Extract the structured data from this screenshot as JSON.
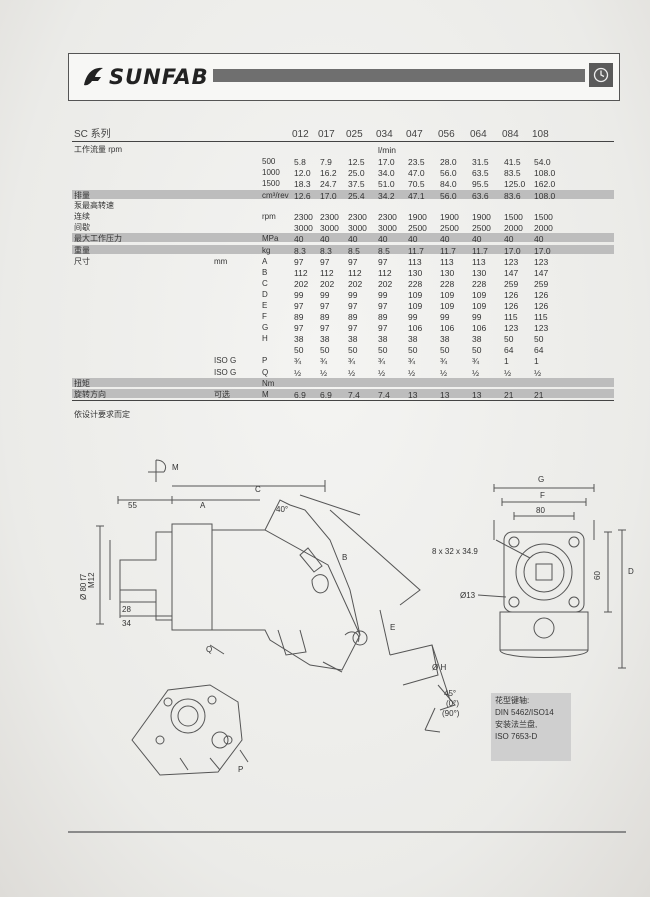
{
  "header": {
    "brand": "SUNFAB"
  },
  "table": {
    "series_label": "SC 系列",
    "columns": [
      "012",
      "017",
      "025",
      "034",
      "047",
      "056",
      "064",
      "084",
      "108"
    ],
    "rows": [
      {
        "label": "工作流量 rpm",
        "unit": "",
        "values": [
          "",
          "",
          "",
          "l/min",
          "",
          "",
          "",
          "",
          ""
        ]
      },
      {
        "label": "",
        "unit": "500",
        "values": [
          "5.8",
          "7.9",
          "12.5",
          "17.0",
          "23.5",
          "28.0",
          "31.5",
          "41.5",
          "54.0"
        ]
      },
      {
        "label": "",
        "unit": "1000",
        "values": [
          "12.0",
          "16.2",
          "25.0",
          "34.0",
          "47.0",
          "56.0",
          "63.5",
          "83.5",
          "108.0"
        ]
      },
      {
        "label": "",
        "unit": "1500",
        "values": [
          "18.3",
          "24.7",
          "37.5",
          "51.0",
          "70.5",
          "84.0",
          "95.5",
          "125.0",
          "162.0"
        ]
      },
      {
        "label": "排量",
        "unit": "cm³/rev",
        "values": [
          "12.6",
          "17.0",
          "25.4",
          "34.2",
          "47.1",
          "56.0",
          "63.6",
          "83.6",
          "108.0"
        ]
      },
      {
        "label": "泵最高转速",
        "unit": "",
        "values": [
          "",
          "",
          "",
          "",
          "",
          "",
          "",
          "",
          ""
        ]
      },
      {
        "label": "连续",
        "unit": "rpm",
        "values": [
          "2300",
          "2300",
          "2300",
          "2300",
          "1900",
          "1900",
          "1900",
          "1500",
          "1500"
        ]
      },
      {
        "label": "间歇",
        "unit": "",
        "values": [
          "3000",
          "3000",
          "3000",
          "3000",
          "2500",
          "2500",
          "2500",
          "2000",
          "2000"
        ]
      },
      {
        "label": "最大工作压力",
        "unit": "MPa",
        "values": [
          "40",
          "40",
          "40",
          "40",
          "40",
          "40",
          "40",
          "40",
          "40"
        ]
      },
      {
        "label": "重量",
        "unit": "kg",
        "values": [
          "8.3",
          "8.3",
          "8.5",
          "8.5",
          "11.7",
          "11.7",
          "11.7",
          "17.0",
          "17.0"
        ]
      },
      {
        "label": "尺寸",
        "sub": "mm",
        "unit": "A",
        "values": [
          "97",
          "97",
          "97",
          "97",
          "113",
          "113",
          "113",
          "123",
          "123"
        ]
      },
      {
        "label": "",
        "unit": "B",
        "values": [
          "112",
          "112",
          "112",
          "112",
          "130",
          "130",
          "130",
          "147",
          "147"
        ]
      },
      {
        "label": "",
        "unit": "C",
        "values": [
          "202",
          "202",
          "202",
          "202",
          "228",
          "228",
          "228",
          "259",
          "259"
        ]
      },
      {
        "label": "",
        "unit": "D",
        "values": [
          "99",
          "99",
          "99",
          "99",
          "109",
          "109",
          "109",
          "126",
          "126"
        ]
      },
      {
        "label": "",
        "unit": "E",
        "values": [
          "97",
          "97",
          "97",
          "97",
          "109",
          "109",
          "109",
          "126",
          "126"
        ]
      },
      {
        "label": "",
        "unit": "F",
        "values": [
          "89",
          "89",
          "89",
          "89",
          "99",
          "99",
          "99",
          "115",
          "115"
        ]
      },
      {
        "label": "",
        "unit": "G",
        "values": [
          "97",
          "97",
          "97",
          "97",
          "106",
          "106",
          "106",
          "123",
          "123"
        ]
      },
      {
        "label": "",
        "unit": "H",
        "values": [
          "38",
          "38",
          "38",
          "38",
          "38",
          "38",
          "38",
          "50",
          "50"
        ]
      },
      {
        "label": "",
        "unit": "",
        "values": [
          "50",
          "50",
          "50",
          "50",
          "50",
          "50",
          "50",
          "64",
          "64"
        ]
      },
      {
        "label": "",
        "sub": "ISO G",
        "unit": "P",
        "values": [
          "3/4",
          "3/4",
          "3/4",
          "3/4",
          "3/4",
          "3/4",
          "3/4",
          "1",
          "1"
        ]
      },
      {
        "label": "",
        "sub": "ISO G",
        "unit": "Q",
        "values": [
          "1/2",
          "1/2",
          "1/2",
          "1/2",
          "1/2",
          "1/2",
          "1/2",
          "1/2",
          "1/2"
        ]
      },
      {
        "label": "扭矩",
        "unit": "Nm",
        "values": [
          "",
          "",
          "",
          "",
          "",
          "",
          "",
          "",
          ""
        ]
      },
      {
        "label": "旋转方向",
        "sub": "可选",
        "unit": "M",
        "values": [
          "6.9",
          "6.9",
          "7.4",
          "7.4",
          "13",
          "13",
          "13",
          "21",
          "21"
        ]
      }
    ],
    "footnote": "依设计要求而定"
  },
  "drawing": {
    "labels": {
      "m": "M",
      "a": "A",
      "c": "C",
      "dim55": "55",
      "angle40": "40°",
      "b": "B",
      "e": "E",
      "h": "Ø H",
      "d80": "Ø 80 f7",
      "m12": "M12",
      "dim28": "28",
      "dim34": "34",
      "q": "Q",
      "p": "P",
      "ang45": "45°",
      "ang0": "(0°)",
      "ang90": "(90°)",
      "g": "G",
      "f": "F",
      "dim80": "80",
      "spline": "8 x 32 x 34.9",
      "hole13": "Ø13",
      "dim60": "60",
      "d": "D"
    }
  },
  "note": {
    "lines": [
      "花型键轴:",
      "DIN 5462/ISO14",
      "安装法兰盘,",
      "ISO 7653-D"
    ]
  }
}
